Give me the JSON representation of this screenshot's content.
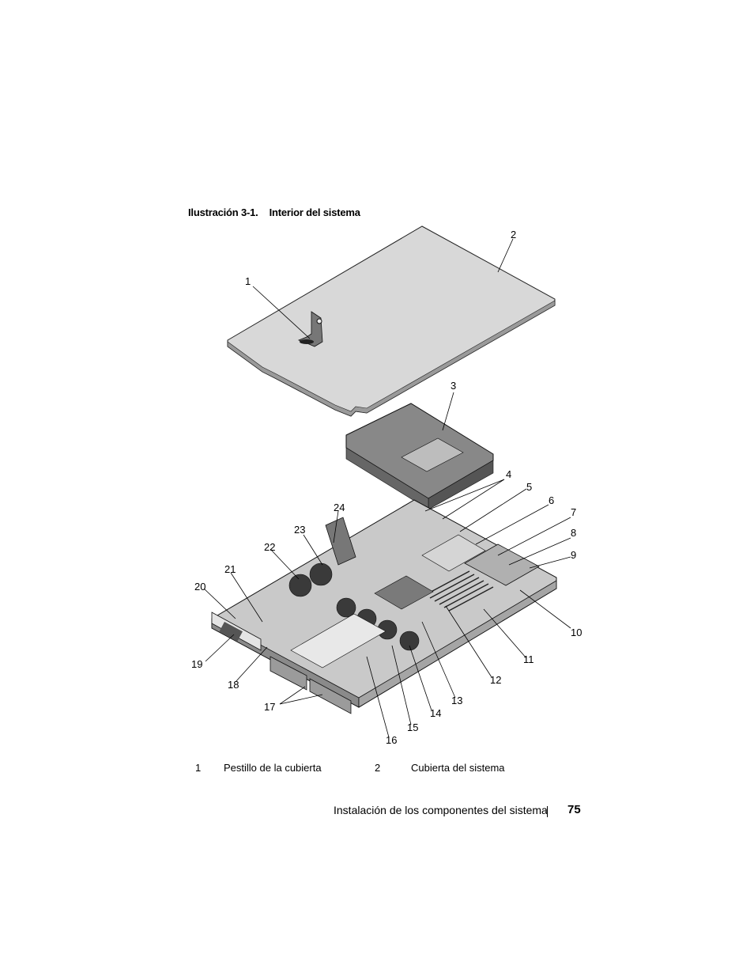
{
  "figure": {
    "caption_label": "Ilustración 3-1.",
    "caption_title": "Interior del sistema",
    "callouts": [
      "1",
      "2",
      "3",
      "4",
      "5",
      "6",
      "7",
      "8",
      "9",
      "10",
      "11",
      "12",
      "13",
      "14",
      "15",
      "16",
      "17",
      "18",
      "19",
      "20",
      "21",
      "22",
      "23",
      "24"
    ]
  },
  "legend": [
    {
      "num": "1",
      "label": "Pestillo de la cubierta"
    },
    {
      "num": "2",
      "label": "Cubierta del sistema"
    }
  ],
  "footer": {
    "section": "Instalación de los componentes del sistema",
    "page": "75"
  }
}
